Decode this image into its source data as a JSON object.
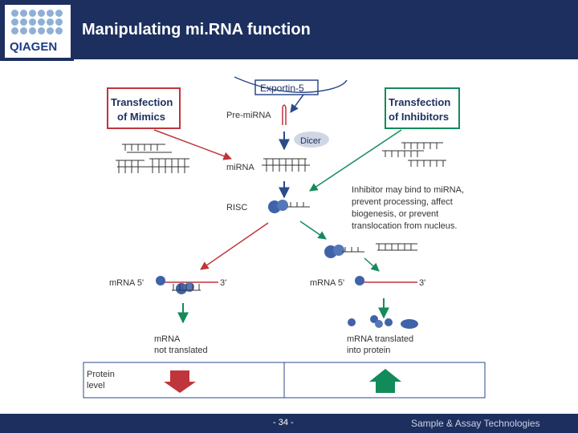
{
  "header": {
    "logo_text": "QIAGEN",
    "title": "Manipulating mi.RNA function"
  },
  "diagram": {
    "exportin": "Exportin-5",
    "mimics_line1": "Transfection",
    "mimics_line2": "of Mimics",
    "inhibitors_line1": "Transfection",
    "inhibitors_line2": "of Inhibitors",
    "pre_mirna": "Pre-miRNA",
    "dicer": "Dicer",
    "mirna": "miRNA",
    "risc": "RISC",
    "inhibitor_note": [
      "Inhibitor may bind to miRNA,",
      "prevent processing, affect",
      "biogenesis, or prevent",
      "translocation from nucleus."
    ],
    "left_mrna": "mRNA 5'",
    "left_three": "3'",
    "right_mrna": "mRNA 5'",
    "right_three": "3'",
    "not_translated_1": "mRNA",
    "not_translated_2": "not translated",
    "translated_1": "mRNA translated",
    "translated_2": "into protein",
    "protein_1": "Protein",
    "protein_2": "level"
  },
  "colors": {
    "brand_navy": "#1c2f5e",
    "mimic_red": "#c0343c",
    "inhibitor_green": "#138a5a",
    "molecule_blue": "#3f62a8"
  },
  "footer": {
    "page": "- 34 -",
    "tagline": "Sample & Assay Technologies"
  }
}
